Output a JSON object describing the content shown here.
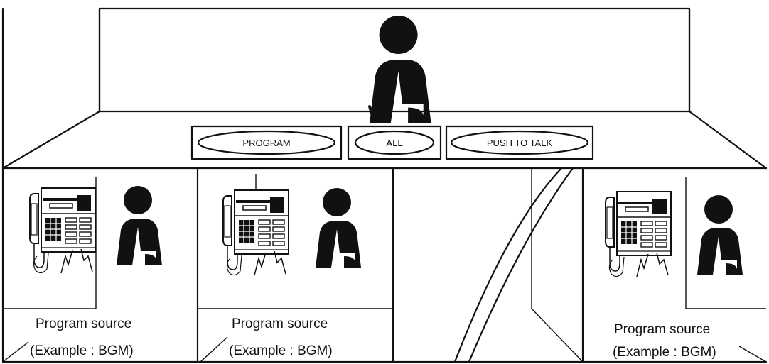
{
  "buttons": {
    "program": "PROGRAM",
    "all": "ALL",
    "push_to_talk": "PUSH TO TALK"
  },
  "captions": [
    {
      "line1": "Program source",
      "line2": "(Example : BGM)"
    },
    {
      "line1": "Program source",
      "line2": "(Example : BGM)"
    },
    {
      "line1": "Program source",
      "line2": "(Example : BGM)"
    }
  ]
}
